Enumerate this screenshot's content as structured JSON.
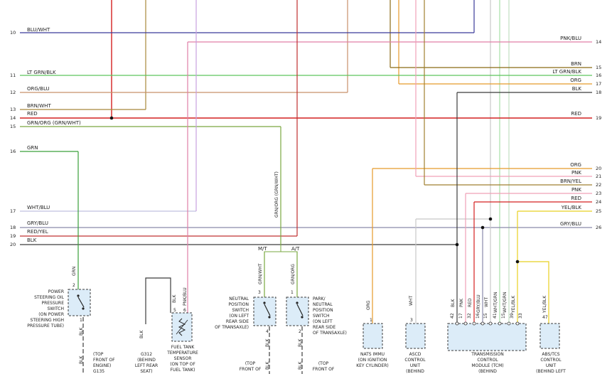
{
  "colors": {
    "BLU_WHT": "#3a3a9a",
    "PNK_BLU": "#e07fa8",
    "BRN": "#8a6a14",
    "LTGRN_BLK": "#5ec55e",
    "ORG": "#e59a2a",
    "ORG_BLU": "#c8906a",
    "BLK": "#3c3c3c",
    "BRN_WHT": "#a8883a",
    "RED": "#d42020",
    "GRN_ORG": "#7aa840",
    "GRN": "#3aa03a",
    "WHT_BLU": "#c0c0e0",
    "GRY_BLU": "#8a8aaa",
    "RED_YEL": "#c03030",
    "PNK": "#f0a0b8",
    "BRN_YEL": "#a08030",
    "YEL_BLK": "#e8d020",
    "GRY": "#c8c8c8",
    "LTGRN": "#a8e0a8",
    "WHT_GRN": "#c0e0c0",
    "PURPLE": "#c8a0e0",
    "BORDER": "#3c3c3c",
    "COMP_FILL": "#dcecf8"
  },
  "wires": [
    {
      "n": "10",
      "label": "BLU/WHT",
      "side": "left"
    },
    {
      "n": "14",
      "label": "PNK/BLU",
      "side": "right"
    },
    {
      "n": "15",
      "label": "BRN",
      "side": "right"
    },
    {
      "n": "11",
      "label": "LT GRN/BLK",
      "side": "left"
    },
    {
      "n": "16",
      "label": "LT GRN/BLK",
      "side": "right"
    },
    {
      "n": "17",
      "label": "ORG",
      "side": "right"
    },
    {
      "n": "12",
      "label": "ORG/BLU",
      "side": "left"
    },
    {
      "n": "18",
      "label": "BLK",
      "side": "right"
    },
    {
      "n": "13",
      "label": "BRN/WHT",
      "side": "left"
    },
    {
      "n": "14",
      "label": "RED",
      "side": "left"
    },
    {
      "n": "19",
      "label": "RED",
      "side": "right"
    },
    {
      "n": "15",
      "label": "GRN/ORG (GRN/WHT)",
      "side": "left"
    },
    {
      "n": "16",
      "label": "GRN",
      "side": "left"
    },
    {
      "n": "20",
      "label": "ORG",
      "side": "right"
    },
    {
      "n": "21",
      "label": "PNK",
      "side": "right"
    },
    {
      "n": "22",
      "label": "BRN/YEL",
      "side": "right"
    },
    {
      "n": "23",
      "label": "PNK",
      "side": "right"
    },
    {
      "n": "24",
      "label": "RED",
      "side": "right"
    },
    {
      "n": "17",
      "label": "WHT/BLU",
      "side": "left"
    },
    {
      "n": "25",
      "label": "YEL/BLK",
      "side": "right"
    },
    {
      "n": "18",
      "label": "GRY/BLU",
      "side": "left"
    },
    {
      "n": "26",
      "label": "GRY/BLU",
      "side": "right"
    },
    {
      "n": "19",
      "label": "RED/YEL",
      "side": "left"
    },
    {
      "n": "20",
      "label": "BLK",
      "side": "left"
    }
  ],
  "labels": {
    "grn": "GRN",
    "blk": "BLK",
    "pnkblu": "PNK/BLU",
    "grnorg_grnwht": "GRN/ORG (GRN/WHT)",
    "mt": "M/T",
    "at": "A/T",
    "grnwht": "GRN/WHT",
    "grnorg": "GRN/ORG",
    "org": "ORG",
    "wht": "WHT",
    "grnblu": "GRY/BLU",
    "red": "RED",
    "pnk": "PNK",
    "wht2": "WHT",
    "whtgrn": "WHT/GRN",
    "yelblk": "YEL/BLK",
    "yelblk2": "YEL/BLK",
    "blk_tcm": "BLK"
  },
  "pins": {
    "ps2": "2",
    "ps1": "1",
    "ft5": "5",
    "ft6": "6",
    "np3": "3",
    "np4": "4",
    "pn1": "1",
    "pn2": "2",
    "nats1": "1",
    "ascd3": "3",
    "tcm": [
      "42",
      "17",
      "32",
      "16",
      "15",
      "41",
      "15",
      "39",
      "33"
    ],
    "abs47": "47"
  },
  "components": {
    "ps_switch": [
      "POWER",
      "STEERING OIL",
      "PRESSURE",
      "SWITCH",
      "(ON POWER",
      "STEERING HIGH",
      "PRESSURE TUBE)"
    ],
    "ps_ground": [
      "(TOP",
      "FRONT OF",
      "ENGINE)",
      "G135"
    ],
    "g312": [
      "G312",
      "(BEHIND",
      "LEFT REAR",
      "SEAT)"
    ],
    "fuel_sensor": [
      "FUEL TANK",
      "TEMPERATURE",
      "SENSOR",
      "(ON TOP OF",
      "FUEL TANK)"
    ],
    "neutral_switch": [
      "NEUTRAL",
      "POSITION",
      "SWITCH",
      "(ON LEFT",
      "REAR SIDE",
      "OF TRANSAXLE)"
    ],
    "park_switch": [
      "PARK/",
      "NEUTRAL",
      "POSITION",
      "SWITCH",
      "(ON LEFT",
      "REAR SIDE",
      "OF TRANSAXLE)"
    ],
    "np_ground": [
      "(TOP",
      "FRONT OF"
    ],
    "pn_ground": [
      "(TOP",
      "FRONT OF"
    ],
    "nats": [
      "NATS IMMU",
      "(ON IGNITION",
      "KEY CYLINDER)"
    ],
    "ascd": [
      "ASCD",
      "CONTROL",
      "UNIT",
      "(BEHIND"
    ],
    "tcm": [
      "TRANSMISSION",
      "CONTROL",
      "MODULE (TCM)",
      "(BEHIND"
    ],
    "abs": [
      "ABS/TCS",
      "CONTROL",
      "UNIT",
      "(BEHIND LEFT"
    ]
  }
}
